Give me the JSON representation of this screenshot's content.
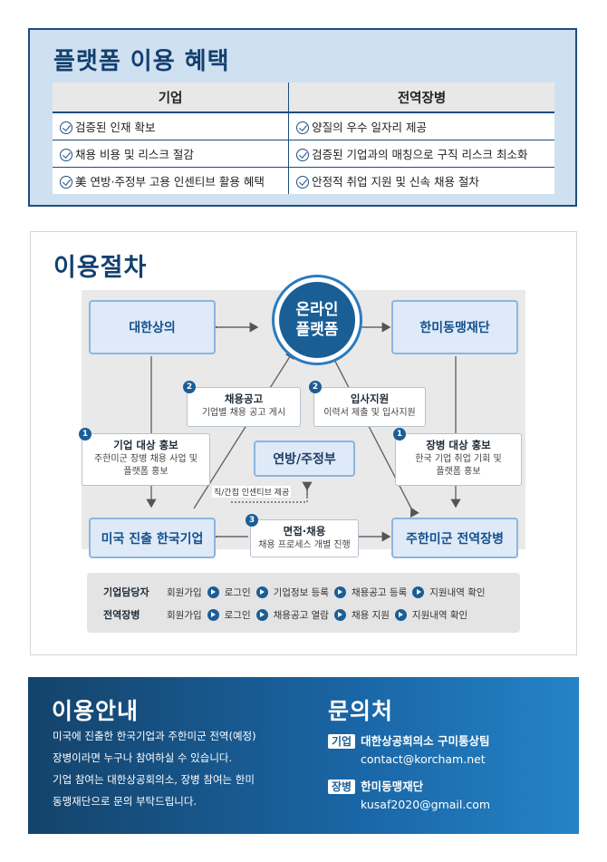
{
  "benefits": {
    "title": "플랫폼 이용 혜택",
    "headers": [
      "기업",
      "전역장병"
    ],
    "rows": [
      [
        "검증된 인재 확보",
        "양질의 우수 일자리 제공"
      ],
      [
        "채용 비용 및 리스크 절감",
        "검증된 기업과의 매칭으로 구직 리스크 최소화"
      ],
      [
        "美 연방·주정부 고용 인센티브 활용 혜택",
        "안정적 취업 지원 및 신속 채용 절차"
      ]
    ]
  },
  "procedure": {
    "title": "이용절차",
    "center": [
      "온라인",
      "플랫폼"
    ],
    "left_top": "대한상의",
    "right_top": "한미동맹재단",
    "left_bottom": "미국 진출 한국기업",
    "right_bottom": "주한미군 전역장병",
    "middle": "연방/주정부",
    "steps": {
      "s1_left": {
        "num": "1",
        "title": "기업 대상 홍보",
        "lines": [
          "주한미군 장병 채용 사업 및",
          "플랫폼 홍보"
        ]
      },
      "s1_right": {
        "num": "1",
        "title": "장병 대상 홍보",
        "lines": [
          "한국 기업 취업 기회 및",
          "플랫폼 홍보"
        ]
      },
      "s2_left": {
        "num": "2",
        "title": "채용공고",
        "lines": [
          "기업별 채용 공고 게시"
        ]
      },
      "s2_right": {
        "num": "2",
        "title": "입사지원",
        "lines": [
          "이력서 제출 및 입사지원"
        ]
      },
      "s3": {
        "num": "3",
        "title": "면접·채용",
        "lines": [
          "채용 프로세스 개별 진행"
        ]
      }
    },
    "incentive_label": "직/간접 인센티브 제공",
    "flows": [
      {
        "role": "기업담당자",
        "steps": [
          "회원가입",
          "로그인",
          "기업정보 등록",
          "채용공고 등록",
          "지원내역 확인"
        ]
      },
      {
        "role": "전역장병",
        "steps": [
          "회원가입",
          "로그인",
          "채용공고 열람",
          "채용 지원",
          "지원내역 확인"
        ]
      }
    ]
  },
  "guide": {
    "title": "이용안내",
    "lines": [
      "미국에 진출한 한국기업과 주한미군 전역(예정)",
      "장병이라면 누구나 참여하실 수 있습니다.",
      "기업 참여는 대한상공회의소, 장병 참여는 한미",
      "동맹재단으로 문의 부탁드립니다."
    ]
  },
  "contact": {
    "title": "문의처",
    "entries": [
      {
        "tag": "기업",
        "org": "대한상공회의소 구미통상팀",
        "email": "contact@korcham.net"
      },
      {
        "tag": "장병",
        "org": "한미동맹재단",
        "email": "kusaf2020@gmail.com"
      }
    ]
  },
  "colors": {
    "navy": "#13406f",
    "accent": "#1a5e96",
    "node_fill": "#deeaf7"
  }
}
